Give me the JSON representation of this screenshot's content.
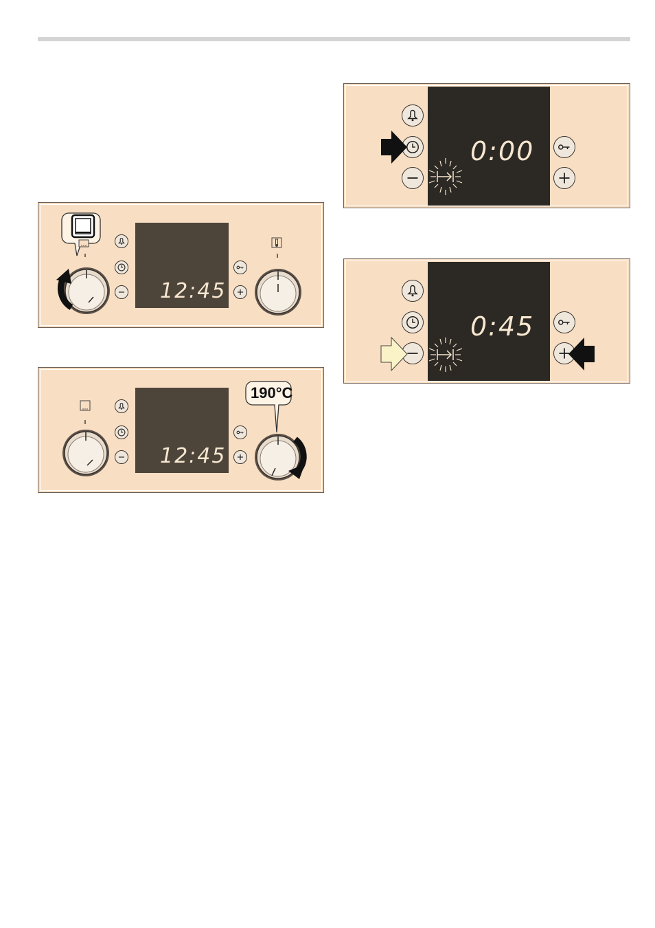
{
  "panel_1": {
    "display_time": "12:45"
  },
  "panel_2": {
    "display_time": "12:45",
    "temperature_callout": "190°C"
  },
  "panel_3": {
    "display_time": "0:00"
  },
  "panel_4": {
    "display_time": "0:45"
  },
  "colors": {
    "panel_bg": "#f8dec2",
    "display_bg_small": "#4d443a",
    "display_bg_large": "#2c2924",
    "segment_text": "#f7e7d0",
    "arrow_dark": "#111111",
    "arrow_light": "#fbf3c8"
  },
  "icons": [
    "bell-icon",
    "clock-icon",
    "minus-icon",
    "plus-icon",
    "key-icon",
    "thermometer-icon",
    "oven-mode-icon",
    "end-time-icon",
    "rotate-arrow-icon",
    "pointer-arrow-icon"
  ]
}
